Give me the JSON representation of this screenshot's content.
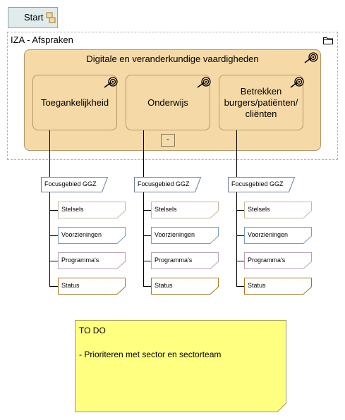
{
  "start": {
    "label": "Start"
  },
  "group": {
    "title": "IZA - Afspraken"
  },
  "goal": {
    "title": "Digitale en veranderkundige vaardigheden",
    "children": [
      {
        "label": "Toegankelijkheid"
      },
      {
        "label": "Onderwijs"
      },
      {
        "label": "Betrekken burgers/patiënten/ cliënten"
      }
    ],
    "collapse_label": "-"
  },
  "columns": [
    {
      "header": "Focusgebied GGZ",
      "items": [
        "Stelsels",
        "Voorzieningen",
        "Programma's",
        "Status"
      ]
    },
    {
      "header": "Focusgebied GGZ",
      "items": [
        "Stelsels",
        "Voorzieningen",
        "Programma's",
        "Status"
      ]
    },
    {
      "header": "Focusgebied GGZ",
      "items": [
        "Stelsels",
        "Voorzieningen",
        "Programma's",
        "Status"
      ]
    }
  ],
  "note": {
    "line1": "TO DO",
    "line2": "- Prioriteren met sector en sectorteam"
  },
  "colors": {
    "goal_fill": "#f5d9a7",
    "note_fill": "#ffff80",
    "stelsels_border": "#c8b89a",
    "voorzieningen_border": "#7aa0b8",
    "programmas_border": "#b8a0b8",
    "status_border": "#a07820"
  },
  "icons": [
    "process-start-icon",
    "folder-icon",
    "goal-target-icon"
  ]
}
